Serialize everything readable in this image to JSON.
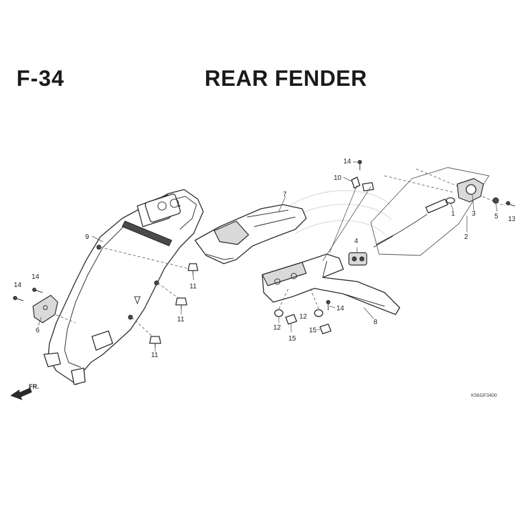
{
  "header": {
    "figure_number": "F-34",
    "title": "REAR FENDER"
  },
  "callouts": {
    "c1": "1",
    "c2": "2",
    "c3": "3",
    "c4": "4",
    "c5": "5",
    "c6": "6",
    "c7": "7",
    "c8": "8",
    "c9": "9",
    "c10": "10",
    "c11a": "11",
    "c11b": "11",
    "c11c": "11",
    "c12a": "12",
    "c12b": "12",
    "c13": "13",
    "c14a": "14",
    "c14b": "14",
    "c14c": "14",
    "c14d": "14",
    "c15a": "15",
    "c15b": "15"
  },
  "direction_marker": {
    "label": "FR."
  },
  "drawing_code": "K56GF3400"
}
